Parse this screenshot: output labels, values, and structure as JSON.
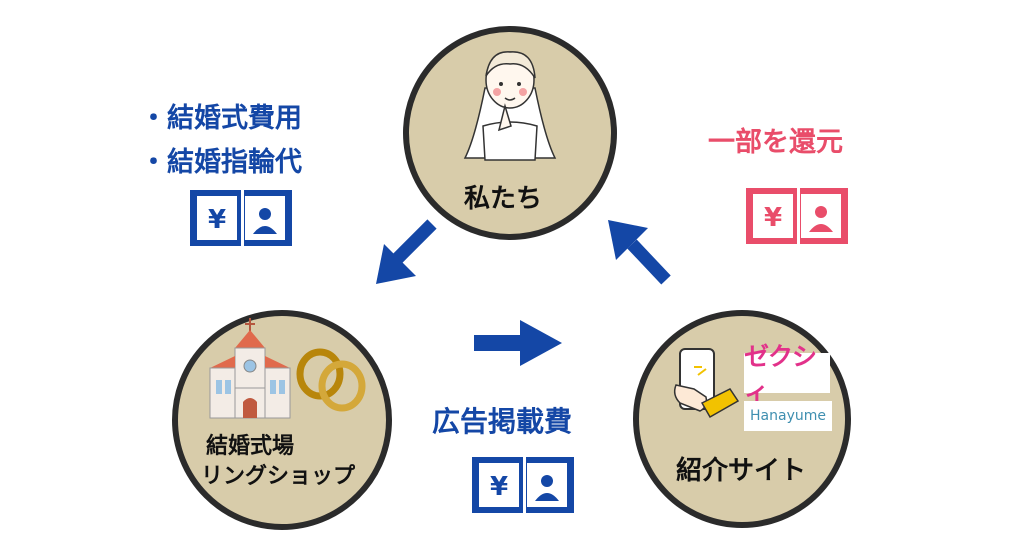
{
  "nodes": {
    "top": {
      "label": "私たち"
    },
    "left": {
      "line1": "結婚式場",
      "line2": "リングショップ"
    },
    "right": {
      "label": "紹介サイト",
      "logo1": "ゼクシィ",
      "logo2": "Hanayume"
    }
  },
  "costs": {
    "item1": "・結婚式費用",
    "item2": "・結婚指輪代"
  },
  "ad_fee": "広告掲載費",
  "refund": "一部を還元",
  "colors": {
    "blue": "#1447a6",
    "pink": "#e94d6a",
    "circle_fill": "#d8ccaa",
    "circle_border": "#2b2b2b"
  }
}
